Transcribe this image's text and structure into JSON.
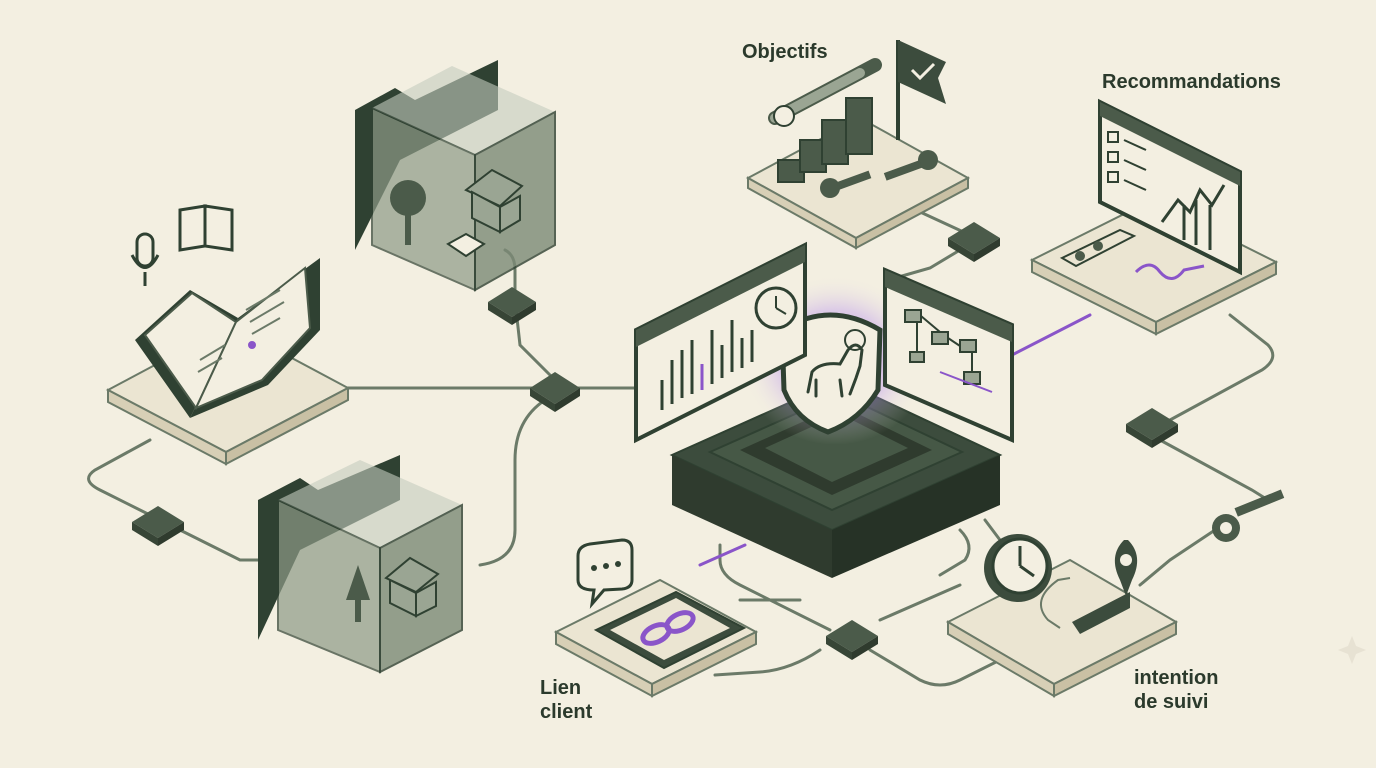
{
  "labels": {
    "objectifs": "Objectifs",
    "recommandations": "Recommandations",
    "lien_client_line1": "Lien",
    "lien_client_line2": "client",
    "intention_line1": "intention",
    "intention_line2": "de suivi"
  },
  "colors": {
    "background": "#f3efe1",
    "dark_green": "#2f4132",
    "mid_green": "#58705a",
    "line_grey": "#6b7a68",
    "cream": "#ebe5d2",
    "accent_purple": "#8a55c9"
  },
  "icons": [
    "microphone-icon",
    "open-book-icon",
    "folder-icon",
    "house-icon",
    "tree-icon",
    "calendar-icon",
    "clock-icon",
    "bar-chart-icon",
    "shield-dog-icon",
    "flowchart-icon",
    "flag-check-icon",
    "key-icon",
    "chat-bubble-icon",
    "link-icon",
    "map-pin-icon",
    "checklist-icon",
    "line-chart-icon"
  ]
}
